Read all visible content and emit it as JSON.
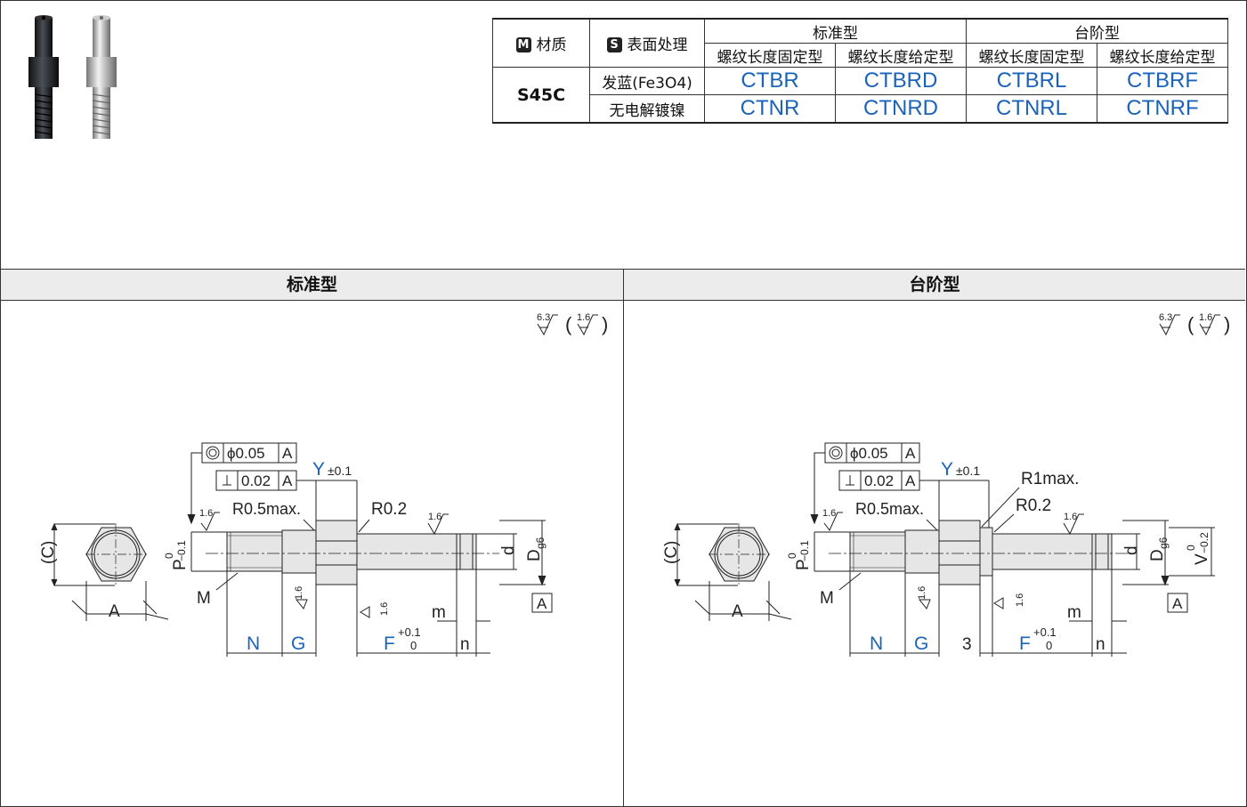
{
  "table": {
    "material_badge": "M",
    "material_label": "材质",
    "surface_badge": "S",
    "surface_label": "表面处理",
    "group_standard": "标准型",
    "group_step": "台阶型",
    "col_fixed": "螺纹长度固定型",
    "col_given": "螺纹长度给定型",
    "material": "S45C",
    "rows": [
      {
        "surface": "发蓝(Fe3O4)",
        "codes": [
          "CTBR",
          "CTBRD",
          "CTBRL",
          "CTBRF"
        ]
      },
      {
        "surface": "无电解镀镍",
        "codes": [
          "CTNR",
          "CTNRD",
          "CTNRL",
          "CTNRF"
        ]
      }
    ]
  },
  "sections": {
    "left_title": "标准型",
    "right_title": "台阶型"
  },
  "drawing": {
    "roughness_main": "6.3",
    "roughness_alt": "1.6",
    "tol_coax": "ϕ0.05",
    "tol_perp": "0.02",
    "datum": "A",
    "fine_finish": "1.6",
    "label_C": "(C)",
    "label_A": "A",
    "label_P": "P",
    "tol_P_upper": "0",
    "tol_P_lower": "−0.1",
    "label_M": "M",
    "label_R05": "R0.5max.",
    "label_R02": "R0.2",
    "label_R1": "R1max.",
    "label_Y": "Y",
    "tol_Y": "±0.1",
    "label_d": "d",
    "label_D": "D",
    "tol_D": "g6",
    "label_N": "N",
    "label_G": "G",
    "label_F": "F",
    "tol_F_upper": "+0.1",
    "tol_F_lower": "0",
    "label_m": "m",
    "label_n": "n",
    "label_3": "3",
    "label_V": "V",
    "tol_V_upper": "0",
    "tol_V_lower": "−0.2"
  },
  "colors": {
    "accent_blue": "#1b63b8",
    "line": "#222222",
    "part_fill": "#e6e6e6",
    "header_bg": "#ececec"
  }
}
